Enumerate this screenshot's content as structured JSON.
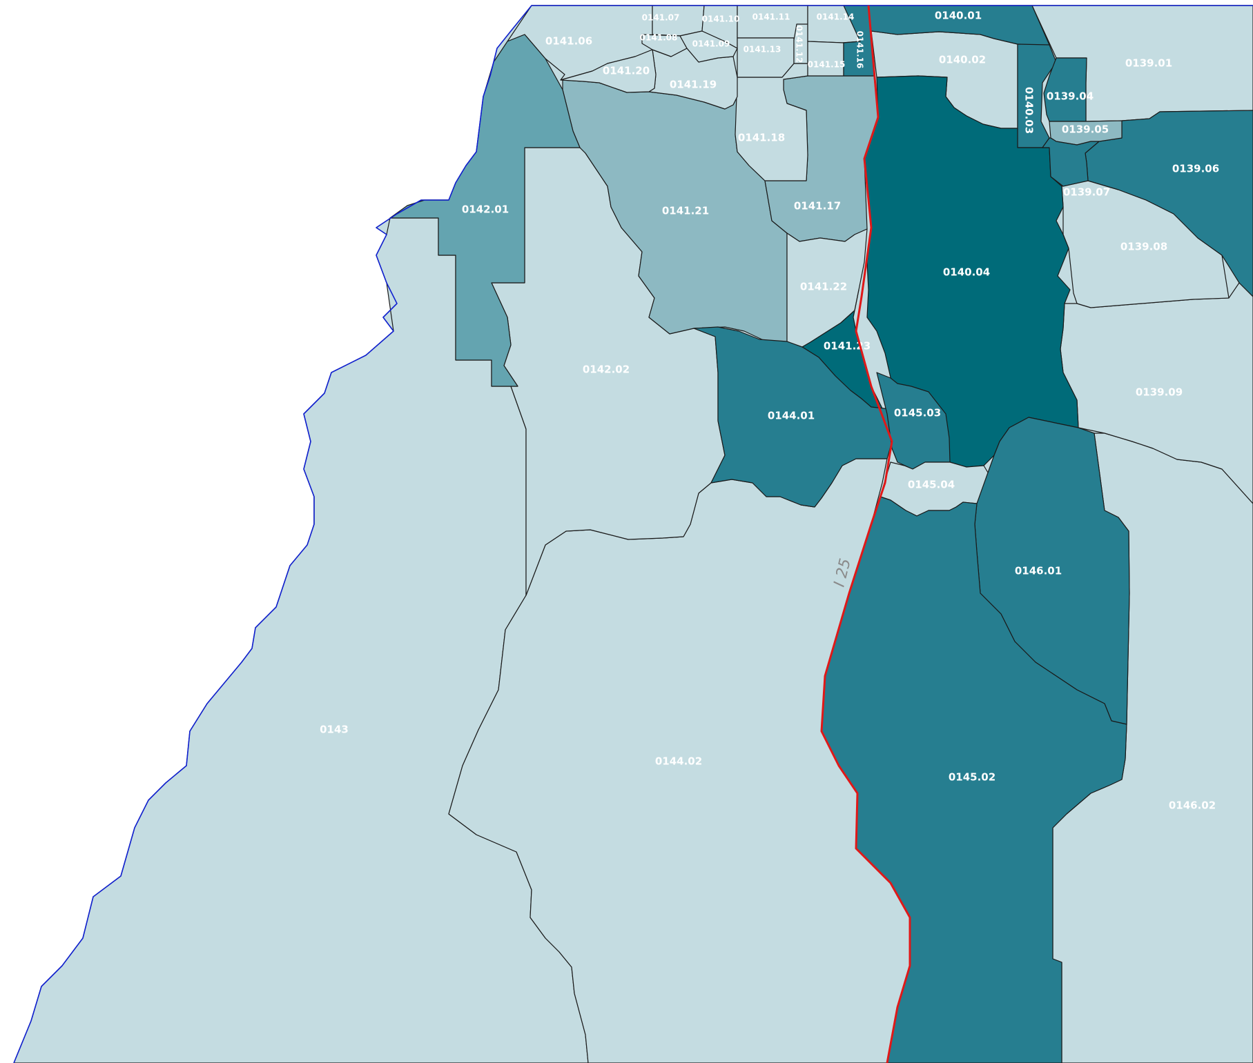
{
  "colors": {
    "level_1": "#c4dce1",
    "level_2": "#8db9c2",
    "level_3": "#64a4b0",
    "level_4": "#267e90",
    "level_5": "#006b79",
    "county_boundary": "#1020d0",
    "interstate": "#e01818"
  },
  "highway": {
    "label": "I 25"
  },
  "tracts": [
    {
      "id": "0139.01",
      "label": "0139.01",
      "level": 1
    },
    {
      "id": "0139.04",
      "label": "0139.04",
      "level": 4
    },
    {
      "id": "0139.05",
      "label": "0139.05",
      "level": 2
    },
    {
      "id": "0139.06",
      "label": "0139.06",
      "level": 4
    },
    {
      "id": "0139.07",
      "label": "0139.07",
      "level": 4
    },
    {
      "id": "0139.08",
      "label": "0139.08",
      "level": 1
    },
    {
      "id": "0139.09",
      "label": "0139.09",
      "level": 1
    },
    {
      "id": "0140.01",
      "label": "0140.01",
      "level": 4
    },
    {
      "id": "0140.02",
      "label": "0140.02",
      "level": 1
    },
    {
      "id": "0140.03",
      "label": "0140.03",
      "level": 4
    },
    {
      "id": "0140.04",
      "label": "0140.04",
      "level": 5
    },
    {
      "id": "0141.06",
      "label": "0141.06",
      "level": 1
    },
    {
      "id": "0141.07",
      "label": "0141.07",
      "level": 1
    },
    {
      "id": "0141.08",
      "label": "0141.08",
      "level": 1
    },
    {
      "id": "0141.09",
      "label": "0141.09",
      "level": 1
    },
    {
      "id": "0141.10",
      "label": "0141.10",
      "level": 1
    },
    {
      "id": "0141.11",
      "label": "0141.11",
      "level": 1
    },
    {
      "id": "0141.12",
      "label": "0141.12",
      "level": 1
    },
    {
      "id": "0141.13",
      "label": "0141.13",
      "level": 1
    },
    {
      "id": "0141.14",
      "label": "0141.14",
      "level": 1
    },
    {
      "id": "0141.15",
      "label": "0141.15",
      "level": 1
    },
    {
      "id": "0141.16",
      "label": "0141.16",
      "level": 4
    },
    {
      "id": "0141.17",
      "label": "0141.17",
      "level": 2
    },
    {
      "id": "0141.18",
      "label": "0141.18",
      "level": 1
    },
    {
      "id": "0141.19",
      "label": "0141.19",
      "level": 1
    },
    {
      "id": "0141.20",
      "label": "0141.20",
      "level": 1
    },
    {
      "id": "0141.21",
      "label": "0141.21",
      "level": 2
    },
    {
      "id": "0141.22",
      "label": "0141.22",
      "level": 1
    },
    {
      "id": "0141.23",
      "label": "0141.23",
      "level": 5
    },
    {
      "id": "0142.01",
      "label": "0142.01",
      "level": 3
    },
    {
      "id": "0142.02",
      "label": "0142.02",
      "level": 1
    },
    {
      "id": "0143",
      "label": "0143",
      "level": 1
    },
    {
      "id": "0144.01",
      "label": "0144.01",
      "level": 4
    },
    {
      "id": "0144.02",
      "label": "0144.02",
      "level": 1
    },
    {
      "id": "0145.02",
      "label": "0145.02",
      "level": 4
    },
    {
      "id": "0145.03",
      "label": "0145.03",
      "level": 4
    },
    {
      "id": "0145.04",
      "label": "0145.04",
      "level": 1
    },
    {
      "id": "0146.01",
      "label": "0146.01",
      "level": 4
    },
    {
      "id": "0146.02",
      "label": "0146.02",
      "level": 1
    }
  ]
}
